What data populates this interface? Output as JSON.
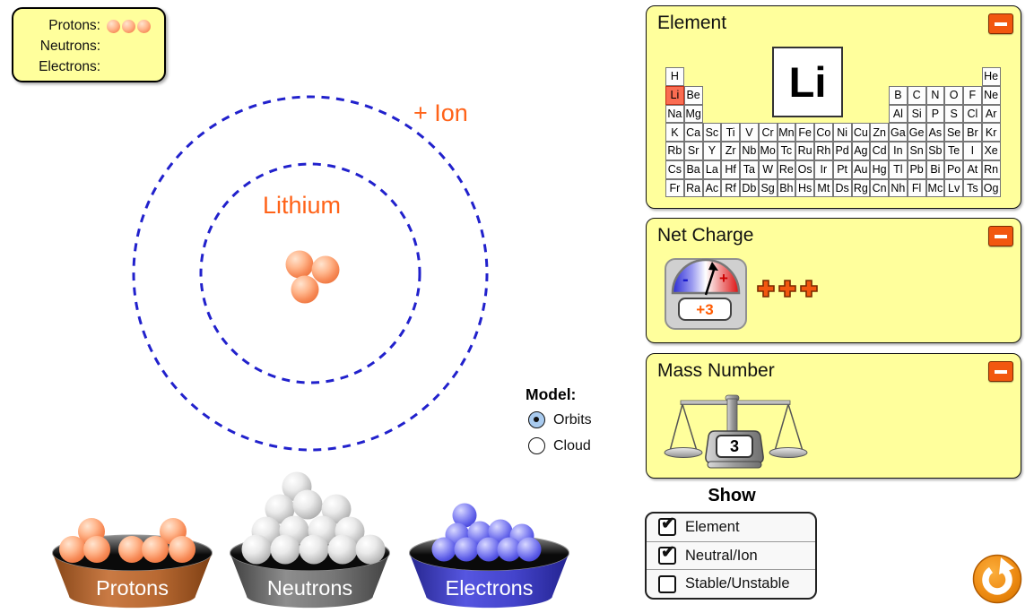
{
  "particle_counts": {
    "protons_label": "Protons:",
    "neutrons_label": "Neutrons:",
    "electrons_label": "Electrons:",
    "protons_count": 3,
    "neutrons_count": 0,
    "electrons_count": 0
  },
  "atom": {
    "element_label": "Lithium",
    "ion_label": "+ Ion",
    "proton_count": 3,
    "shell_count": 2
  },
  "model": {
    "label": "Model:",
    "options": [
      {
        "label": "Orbits",
        "selected": true
      },
      {
        "label": "Cloud",
        "selected": false
      }
    ]
  },
  "panels": {
    "element": {
      "title": "Element",
      "selected_symbol": "Li",
      "periodic_table": {
        "highlighted": "Li",
        "rows": [
          [
            "H",
            "",
            "",
            "",
            "",
            "",
            "",
            "",
            "",
            "",
            "",
            "",
            "",
            "",
            "",
            "",
            "",
            "He"
          ],
          [
            "Li",
            "Be",
            "",
            "",
            "",
            "",
            "",
            "",
            "",
            "",
            "",
            "",
            "B",
            "C",
            "N",
            "O",
            "F",
            "Ne"
          ],
          [
            "Na",
            "Mg",
            "",
            "",
            "",
            "",
            "",
            "",
            "",
            "",
            "",
            "",
            "Al",
            "Si",
            "P",
            "S",
            "Cl",
            "Ar"
          ],
          [
            "K",
            "Ca",
            "Sc",
            "Ti",
            "V",
            "Cr",
            "Mn",
            "Fe",
            "Co",
            "Ni",
            "Cu",
            "Zn",
            "Ga",
            "Ge",
            "As",
            "Se",
            "Br",
            "Kr"
          ],
          [
            "Rb",
            "Sr",
            "Y",
            "Zr",
            "Nb",
            "Mo",
            "Tc",
            "Ru",
            "Rh",
            "Pd",
            "Ag",
            "Cd",
            "In",
            "Sn",
            "Sb",
            "Te",
            "I",
            "Xe"
          ],
          [
            "Cs",
            "Ba",
            "La",
            "Hf",
            "Ta",
            "W",
            "Re",
            "Os",
            "Ir",
            "Pt",
            "Au",
            "Hg",
            "Tl",
            "Pb",
            "Bi",
            "Po",
            "At",
            "Rn"
          ],
          [
            "Fr",
            "Ra",
            "Ac",
            "Rf",
            "Db",
            "Sg",
            "Bh",
            "Hs",
            "Mt",
            "Ds",
            "Rg",
            "Cn",
            "Nh",
            "Fl",
            "Mc",
            "Lv",
            "Ts",
            "Og"
          ]
        ]
      }
    },
    "net_charge": {
      "title": "Net Charge",
      "value": "+3",
      "minus_sign": "-",
      "plus_sign": "+",
      "plus_count": 3
    },
    "mass_number": {
      "title": "Mass Number",
      "value": "3"
    }
  },
  "show": {
    "title": "Show",
    "items": [
      {
        "label": "Element",
        "checked": true
      },
      {
        "label": "Neutral/Ion",
        "checked": true
      },
      {
        "label": "Stable/Unstable",
        "checked": false
      }
    ]
  },
  "buckets": [
    {
      "label": "Protons",
      "color": "orange",
      "ball_count": 7
    },
    {
      "label": "Neutrons",
      "color": "gray",
      "ball_count": 13
    },
    {
      "label": "Electrons",
      "color": "blue",
      "ball_count": 10
    }
  ],
  "colors": {
    "panel_yellow": "#FFFF9C",
    "accent_orange": "#F2570F",
    "atom_label_orange": "#FF6319",
    "orbit_blue": "#2121CC",
    "negative_blue": "#1A1ACC",
    "positive_red": "#CC0000",
    "highlight_cell": "#FA6C51"
  }
}
